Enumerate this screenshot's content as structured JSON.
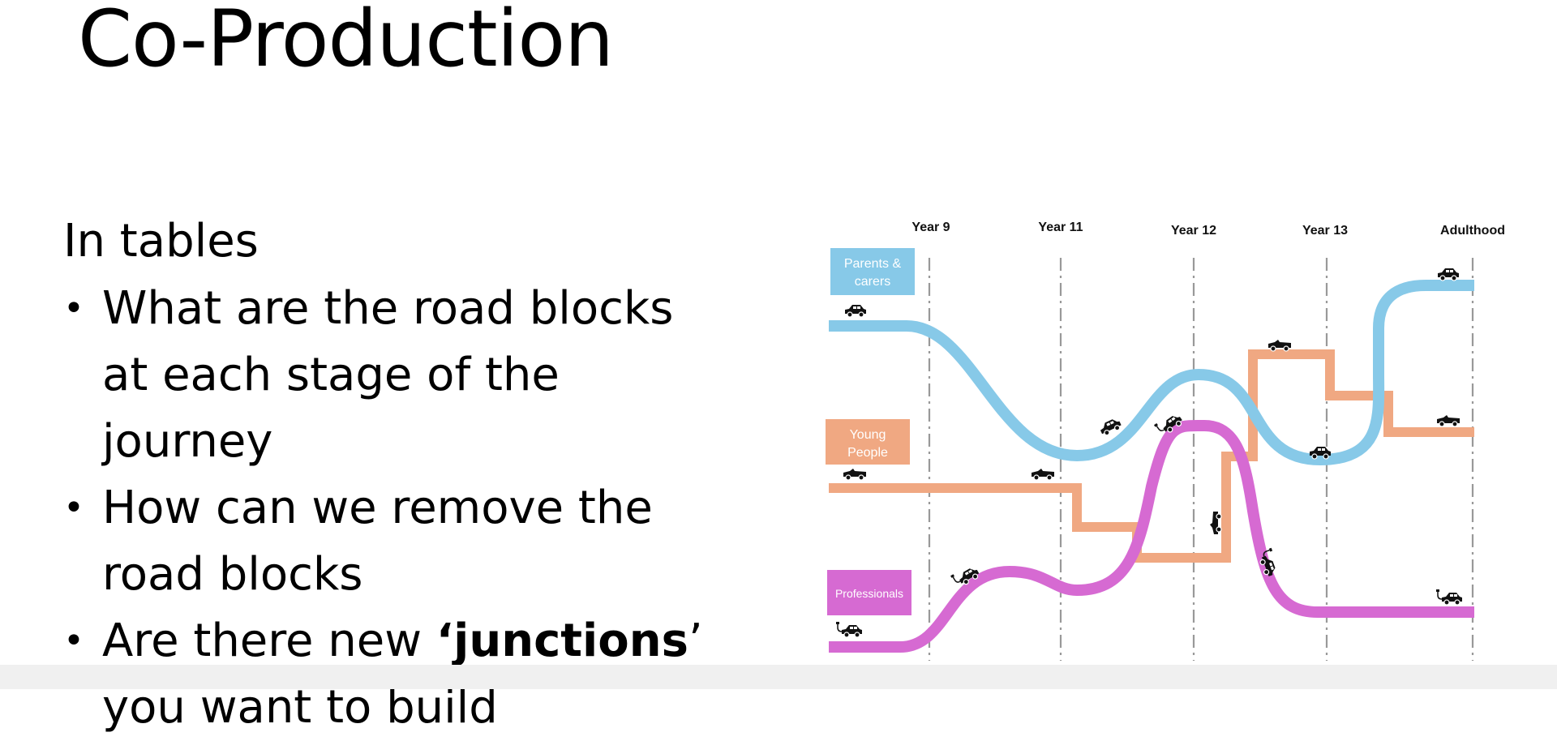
{
  "title": "Co-Production",
  "intro": "In tables",
  "bullets": [
    {
      "text": "What are the road blocks at each stage of the journey"
    },
    {
      "text_before": "Are there new ",
      "quote_open": "‘",
      "bold": "junctions",
      "quote_close": "’",
      "text_after": " you want to build"
    }
  ],
  "bullet2": "How can we remove the road blocks",
  "diagram": {
    "stages": [
      "Year 9",
      "Year 11",
      "Year 12",
      "Year 13",
      "Adulthood"
    ],
    "lanes": [
      {
        "label_line1": "Parents &",
        "label_line2": "carers",
        "color": "#87c9e8"
      },
      {
        "label_line1": "Young",
        "label_line2": "People",
        "color": "#f0a882"
      },
      {
        "label_line1": "Professionals",
        "label_line2": "",
        "color": "#d66ad2"
      }
    ],
    "icons": [
      "car-icon",
      "convertible-icon",
      "electric-car-icon"
    ]
  }
}
